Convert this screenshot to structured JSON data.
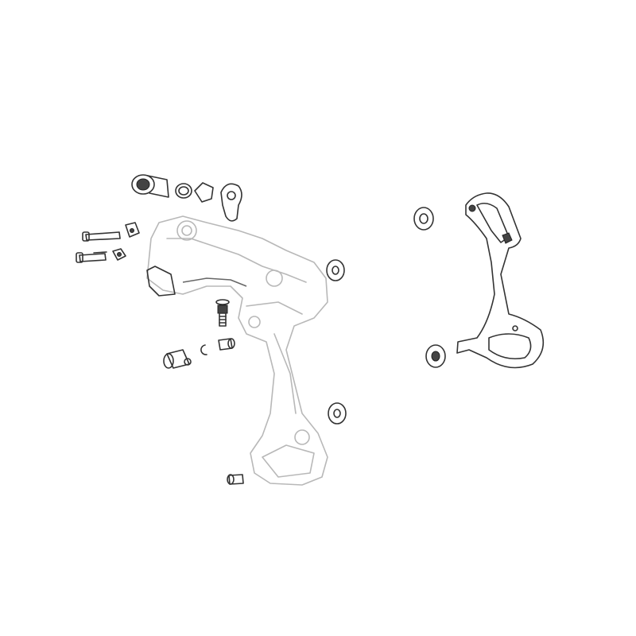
{
  "diagram": {
    "colors": {
      "background": "#ffffff",
      "body_outline": "#b8b8b8",
      "part_outline": "#333333"
    },
    "icons": [
      "pulley-wheel",
      "washer",
      "inner-cage-plate",
      "bolt",
      "derailleur-body"
    ]
  }
}
